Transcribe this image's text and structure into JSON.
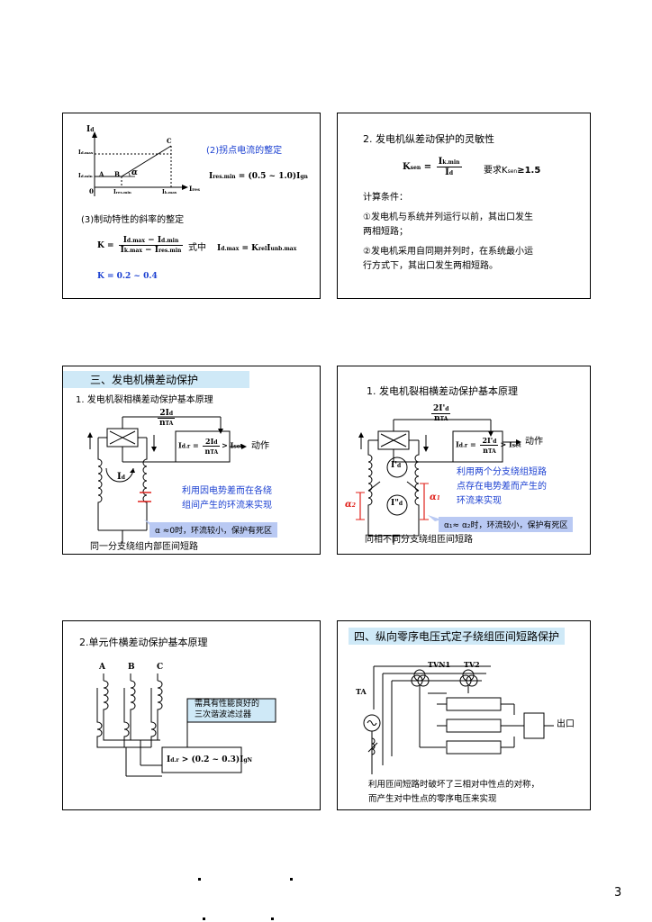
{
  "page_number": "3",
  "slide1": {
    "graph": {
      "axis_y": "I",
      "axis_y_sub": "d",
      "axis_x": "I",
      "axis_x_sub": "res",
      "y_max": "I",
      "y_max_sub": "d.max",
      "y_min": "I",
      "y_min_sub": "d.min",
      "origin": "0",
      "point_a": "A",
      "point_b": "B",
      "point_c": "C",
      "alpha": "α",
      "x1": "I",
      "x1_sub": "res.min",
      "x2": "I",
      "x2_sub": "k.max"
    },
    "heading2": "(2)拐点电流的整定",
    "formula2": "I",
    "formula2_sub": "res.min",
    "formula2_rhs": " = (0.5 ~ 1.0)I",
    "formula2_rhs_sub": "gn",
    "heading3": "(3)制动特性的斜率的整定",
    "k_lhs": "K =",
    "k_num": "I",
    "k_num_sub": "d.max",
    "k_num_mid": " − I",
    "k_num_sub2": "d.min",
    "k_den": "I",
    "k_den_sub": "k.max",
    "k_den_mid": " − I",
    "k_den_sub2": "res.min",
    "where_label": "式中",
    "where_formula": "I",
    "where_sub": "d.max",
    "where_mid": " = K",
    "where_sub2": "rel",
    "where_end": "I",
    "where_sub3": "unb.max",
    "k_range": "K = 0.2 ~ 0.4"
  },
  "slide2": {
    "title": "2. 发电机纵差动保护的灵敏性",
    "ksen": "K",
    "ksen_sub": "sen",
    "ksen_num": "I",
    "ksen_num_sub": "k.min",
    "ksen_den": "I",
    "ksen_den_sub": "d",
    "req": "要求K",
    "req_sub": "sen",
    "req_end": "≥1.5",
    "calc": "计算条件：",
    "cond1_l1": "①发电机与系统并列运行以前，其出口发生",
    "cond1_l2": "两相短路；",
    "cond2_l1": "②发电机采用自同期并列时，在系统最小运",
    "cond2_l2": "行方式下，其出口发生两相短路。"
  },
  "slide3": {
    "header": "三、发电机横差动保护",
    "subtitle": "1. 发电机裂相横差动保护基本原理",
    "top_frac_num": "2I",
    "top_frac_num_sub": "d",
    "top_frac_den": "n",
    "top_frac_den_sub": "TA",
    "relay_lhs": "I",
    "relay_lhs_sub": "d.r",
    "relay_num": "2I",
    "relay_num_sub": "d",
    "relay_den": "n",
    "relay_den_sub": "TA",
    "relay_rhs": "> I",
    "relay_rhs_sub": "set",
    "action": "动作",
    "circ": "I",
    "circ_sub": "d",
    "blue_l1": "利用因电势差而在各绕",
    "blue_l2": "组间产生的环流来实现",
    "note": "α ≈0时，环流较小，保护有死区",
    "caption": "同一分支绕组内部匝间短路"
  },
  "slide4": {
    "subtitle": "1. 发电机裂相横差动保护基本原理",
    "top_frac_num": "2I'",
    "top_frac_num_sub": "d",
    "top_frac_den": "n",
    "top_frac_den_sub": "TA",
    "relay_lhs": "I",
    "relay_lhs_sub": "d.r",
    "relay_num": "2I'",
    "relay_num_sub": "d",
    "relay_den": "n",
    "relay_den_sub": "TA",
    "relay_rhs": "> I",
    "relay_rhs_sub": "set",
    "action": "动作",
    "circ1": "I'",
    "circ1_sub": "d",
    "circ2": "I\"",
    "circ2_sub": "d",
    "alpha2": "α",
    "alpha2_sub": "2",
    "alpha1": "α",
    "alpha1_sub": "1",
    "blue_l1": "利用两个分支绕组短路",
    "blue_l2": "点存在电势差而产生的",
    "blue_l3": "环流来实现",
    "note": "α₁≈ α₂时，环流较小，保护有死区",
    "caption": "同相不同分支绕组匝间短路"
  },
  "slide5": {
    "subtitle": "2.单元件横差动保护基本原理",
    "phase_a": "A",
    "phase_b": "B",
    "phase_c": "C",
    "note_l1": "需具有性能良好的",
    "note_l2": "三次谐波滤过器",
    "relay": "I",
    "relay_sub": "d.r",
    "relay_rhs": " > (0.2 ~ 0.3)I",
    "relay_rhs_sub": "gN"
  },
  "slide6": {
    "header": "四、纵向零序电压式定子绕组匝间短路保护",
    "tvn1": "TVN1",
    "tv2": "TV2",
    "ta": "TA",
    "out": "出口",
    "cap_l1": "利用匝间短路时破坏了三相对中性点的对称，",
    "cap_l2": "而产生对中性点的零序电压来实现"
  },
  "colors": {
    "header_bg": "#cfe9f7",
    "note_bg": "#b9c9f3",
    "blue_text": "#1a3fd1",
    "red": "#e0201a"
  }
}
